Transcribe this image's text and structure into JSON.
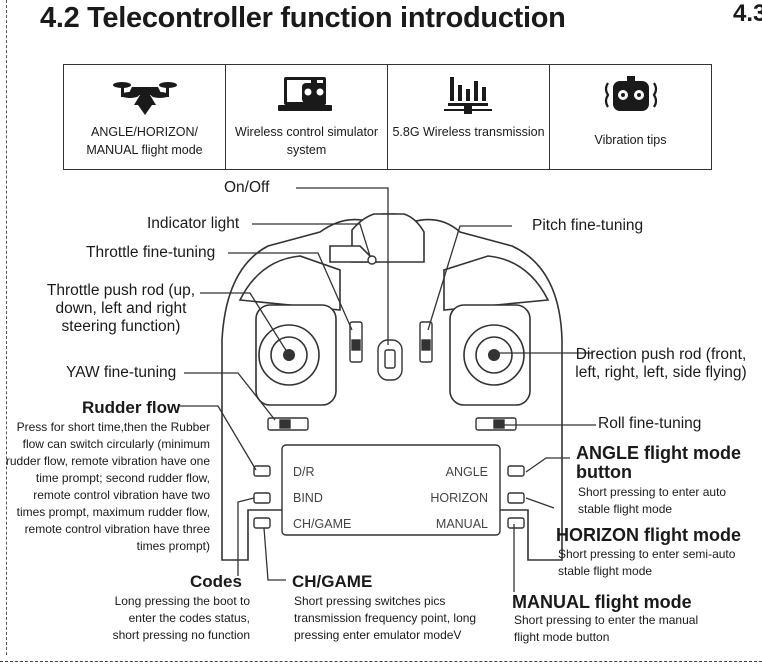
{
  "page": {
    "section_title": "4.2 Telecontroller function introduction",
    "next_section_title": "4.3"
  },
  "features": [
    {
      "icon": "drone-with-angle-icon",
      "label": "ANGLE/HORIZON/ MANUAL flight mode"
    },
    {
      "icon": "laptop-controller-icon",
      "label": "Wireless control simulator system"
    },
    {
      "icon": "signal-bars-icon",
      "label": "5.8G Wireless transmission"
    },
    {
      "icon": "vibrating-controller-icon",
      "label": "Vibration tips"
    }
  ],
  "callouts": {
    "on_off": "On/Off",
    "indicator_light": "Indicator light",
    "throttle_fine_tuning": "Throttle fine-tuning",
    "pitch_fine_tuning": "Pitch fine-tuning",
    "throttle_push_rod": "Throttle push rod (up, down, left and right steering function)",
    "direction_push_rod": "Direction push rod (front, left, right, left, side flying)",
    "yaw_fine_tuning": "YAW fine-tuning",
    "roll_fine_tuning": "Roll fine-tuning"
  },
  "panel_labels": {
    "dr": "D/R",
    "bind": "BIND",
    "chgame": "CH/GAME",
    "angle": "ANGLE",
    "horizon": "HORIZON",
    "manual": "MANUAL"
  },
  "rudder_flow": {
    "title": "Rudder flow",
    "description": "Press for short time,then the Rubber flow can switch circularly (minimum rudder flow, remote vibration have one time prompt; second rudder flow, remote control vibration have two times prompt, maximum rudder flow, remote control vibration have three times prompt)"
  },
  "codes": {
    "title": "Codes",
    "description": "Long pressing the boot to enter the codes status, short pressing no function"
  },
  "ch_game": {
    "title": "CH/GAME",
    "description": "Short pressing switches pics transmission frequency point, long pressing enter emulator modeV"
  },
  "angle_mode": {
    "title": "ANGLE flight mode button",
    "description": "Short pressing to enter auto stable flight mode"
  },
  "horizon_mode": {
    "title": "HORIZON flight mode",
    "description": "Short pressing to enter semi-auto stable flight mode"
  },
  "manual_mode": {
    "title": "MANUAL flight mode",
    "description": "Short pressing to enter the manual flight mode button"
  }
}
